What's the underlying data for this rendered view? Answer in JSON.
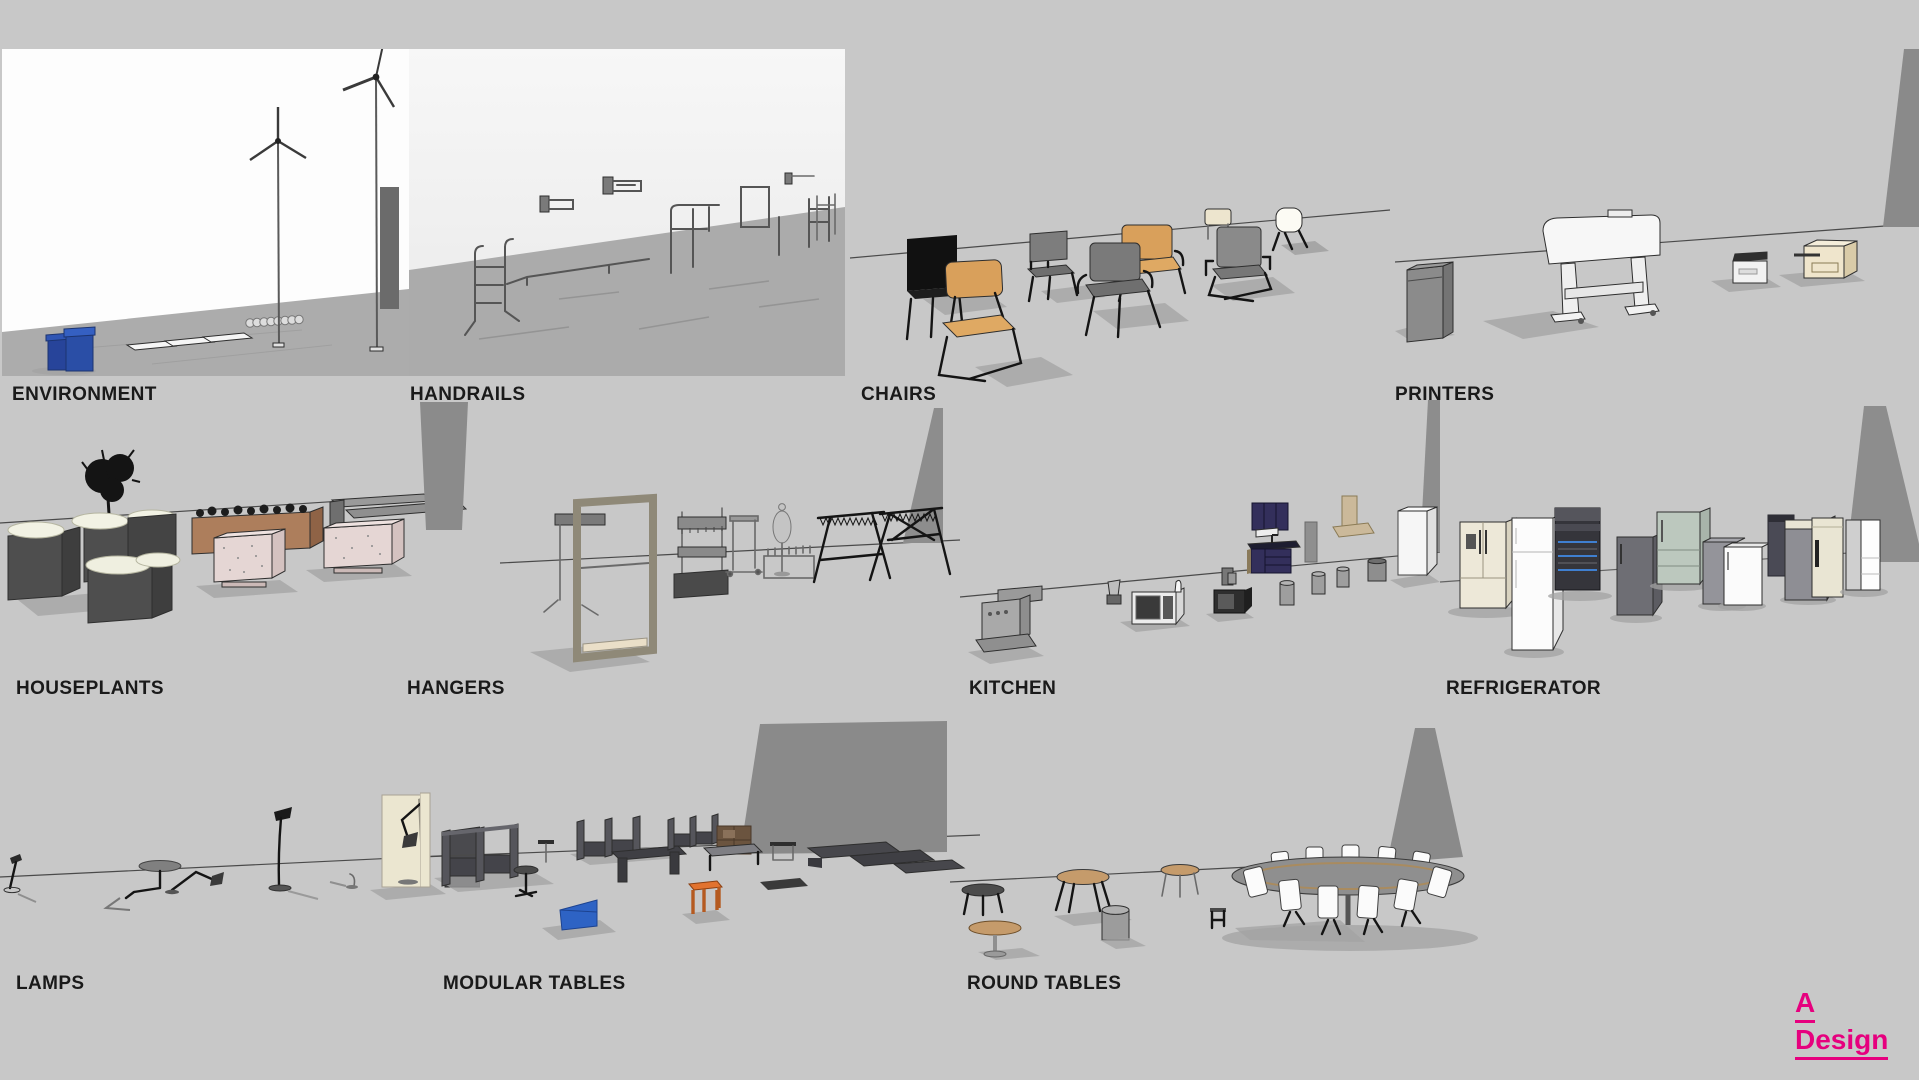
{
  "page": {
    "background": "#C8C8C8",
    "label_color": "#1A1A1A",
    "accent_pink": "#E6007E",
    "environment_panel_bg": "#FDFDFD",
    "handrails_panel_bg": "#F3F3F3",
    "floor_gray": "#ABABAB",
    "wedge_gray": "#8A8A8A",
    "bin_blue": "#2A4EA6",
    "wood_tan": "#D9A05B",
    "cabinet_navy": "#332F5B",
    "fridge_sage": "#BCC8BE",
    "fridge_cream": "#EDE8D8",
    "stool_orange": "#E2732F",
    "wedge_table_blue": "#2E63C4"
  },
  "logo": {
    "line1": "A",
    "line2": "Design"
  },
  "sections": [
    {
      "id": "environment",
      "label": "ENVIRONMENT",
      "items": [
        "wind-turbine-small",
        "wind-turbine-tall",
        "recycling-bins-blue",
        "ground-solar-panels",
        "bike-rack",
        "dark-wall-panel"
      ]
    },
    {
      "id": "handrails",
      "label": "HANDRAILS",
      "items": [
        "grab-rail-ladder",
        "wall-grab-bar",
        "folding-grab-bar",
        "floor-mounted-rail",
        "support-frame",
        "walker-frame"
      ]
    },
    {
      "id": "chairs",
      "label": "CHAIRS",
      "items": [
        "black-side-chair",
        "wooden-school-chair",
        "gray-task-chair",
        "gray-armchair",
        "orange-armchair",
        "cantilever-armchair",
        "cream-chair",
        "white-shell-chair"
      ]
    },
    {
      "id": "printers",
      "label": "PRINTERS",
      "items": [
        "office-shredder-cabinet",
        "large-format-plotter",
        "desktop-mfp",
        "beige-copier"
      ]
    },
    {
      "id": "houseplants",
      "label": "HOUSEPLANTS",
      "items": [
        "flower-planter-boxes",
        "black-tree",
        "brown-trough-planter",
        "speckled-cube-planter",
        "speckled-cube-planter",
        "planter-benches"
      ]
    },
    {
      "id": "hangers",
      "label": "HANGERS",
      "items": [
        "wooden-frame-rack",
        "hook-panel-rack",
        "coat-rack-bench",
        "rolling-rail",
        "mannequin",
        "hanger-bench",
        "a-frame-garment-racks"
      ]
    },
    {
      "id": "kitchen",
      "label": "KITCHEN",
      "items": [
        "espresso-machine",
        "blender",
        "microwave-white",
        "microwave-black",
        "coffee-maker",
        "wall-cabinet-navy",
        "sink-base-cabinet-navy",
        "waste-bins",
        "range-hood",
        "tall-cabinet-white"
      ]
    },
    {
      "id": "refrigerator",
      "label": "REFRIGERATOR",
      "items": [
        "french-door-fridge-cream",
        "top-freezer-fridge-white",
        "display-fridge-dark",
        "single-door-fridge-gray",
        "retro-fridge-sage",
        "compact-fridge-gray",
        "single-door-fridge-white",
        "mini-fridge-dark",
        "fridge-gray-tall",
        "fridge-cream-handle",
        "bottom-freezer-fridge-white"
      ]
    },
    {
      "id": "lamps",
      "label": "LAMPS",
      "items": [
        "desk-lamp",
        "disc-head-lamp",
        "articulated-lamp",
        "floor-lamp",
        "table-lamp",
        "wall-panel-lamp"
      ]
    },
    {
      "id": "modular-tables",
      "label": "MODULAR TABLES",
      "items": [
        "booth-seating-row",
        "booth-seating-row",
        "booth-seating-row",
        "work-table-dark",
        "console-shelf-brown",
        "side-table",
        "bench-blocks",
        "floor-mat",
        "stool-orange",
        "wedge-table-blue",
        "pedestal-stool"
      ]
    },
    {
      "id": "round-tables",
      "label": "ROUND TABLES",
      "items": [
        "round-side-table-dark",
        "round-pedestal-table",
        "round-dining-table-wood",
        "cylinder-stool",
        "round-cafe-table",
        "square-stool",
        "round-conference-table-with-chairs"
      ]
    }
  ]
}
